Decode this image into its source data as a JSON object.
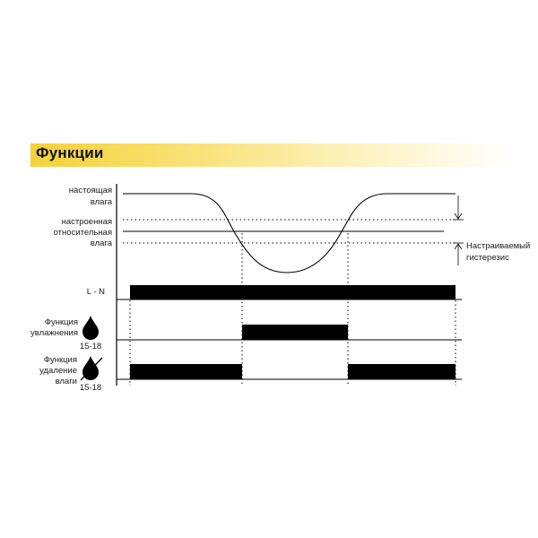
{
  "title": "Функции",
  "labels": {
    "current_humidity": [
      "настоящая",
      "влага"
    ],
    "set_humidity": [
      "настроенная",
      "относительная",
      "влага"
    ],
    "hysteresis": [
      "Настраиваемый",
      "гистерезис"
    ],
    "ln": "L - N",
    "humidify": [
      "Функция",
      "увлажнения"
    ],
    "humidify_range": "15-18",
    "dehumidify": [
      "Функция",
      "удаление",
      "влаги"
    ],
    "dehumidify_range": "15-18"
  },
  "icons": {
    "humidify": "water-drop-icon",
    "dehumidify": "crossed-water-drop-icon"
  },
  "colors": {
    "accent": "#f4d23a",
    "signal": "#000000"
  }
}
